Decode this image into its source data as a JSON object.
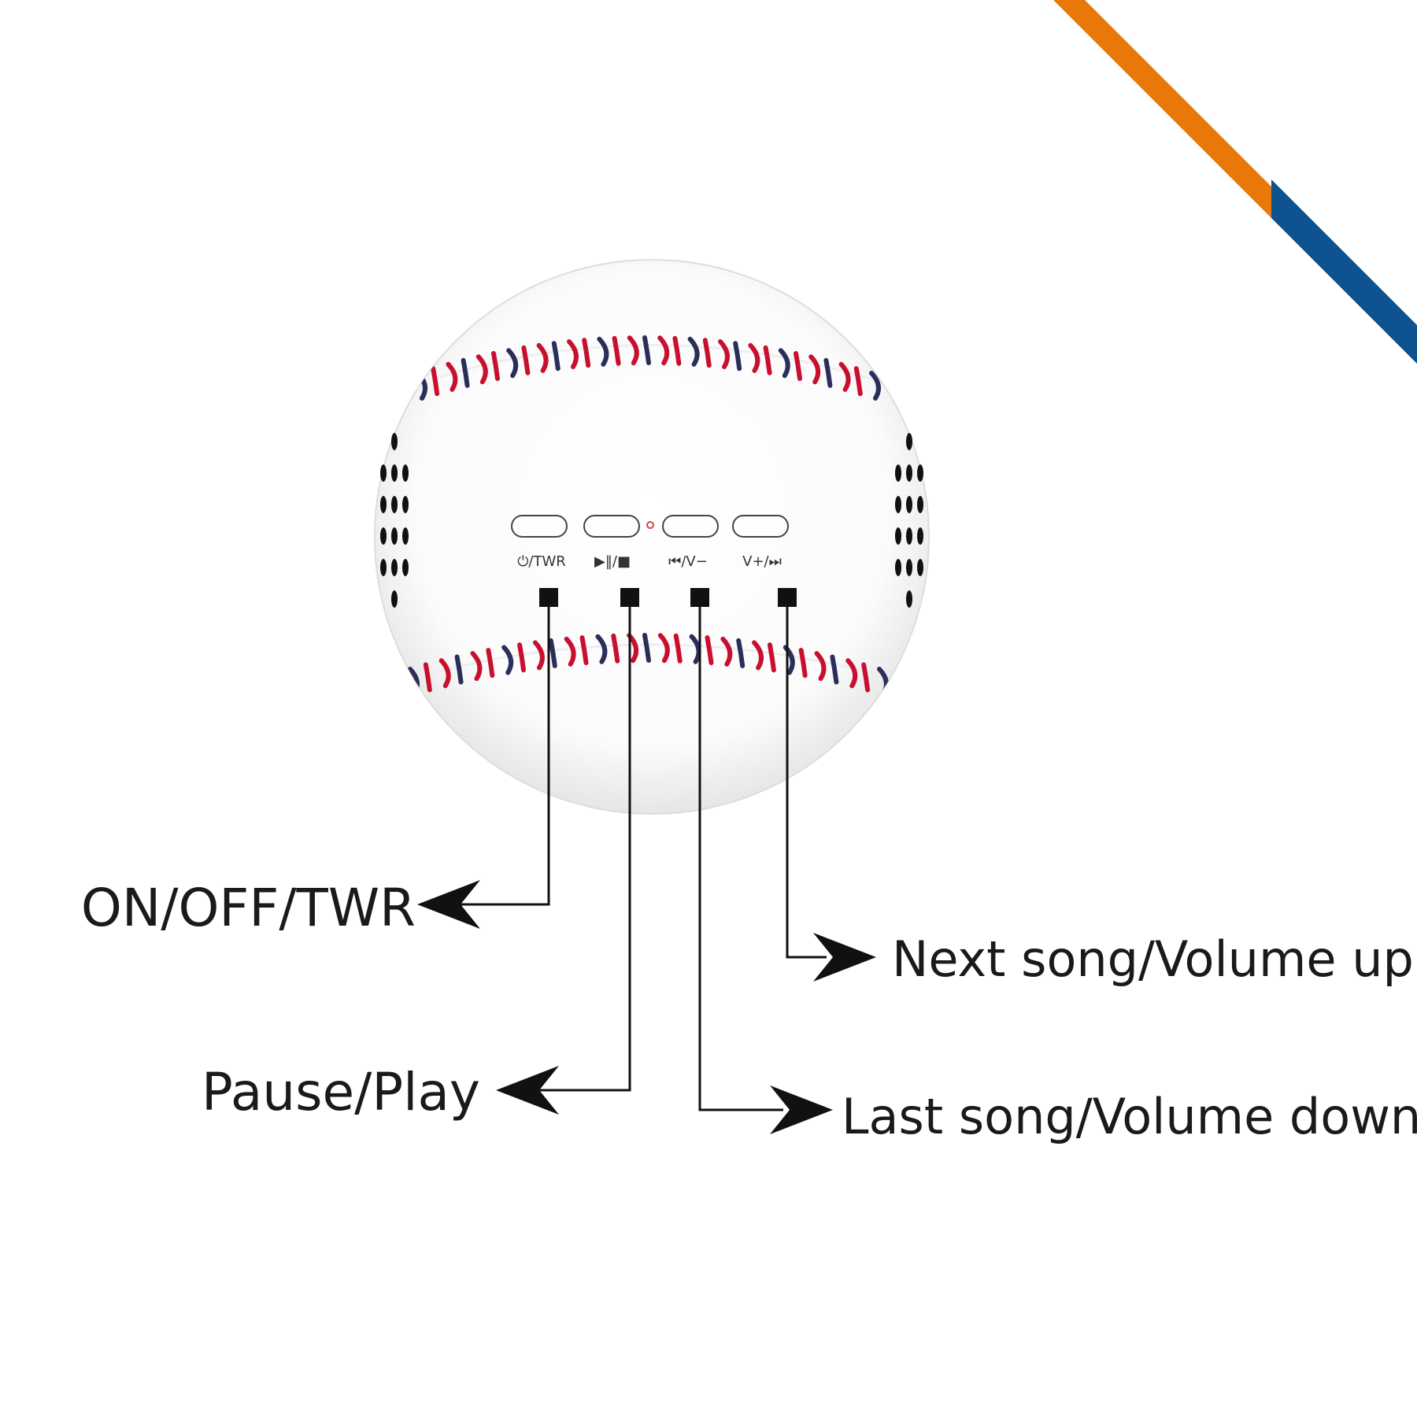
{
  "colors": {
    "background": "#ffffff",
    "ball": "#ffffff",
    "ball_shade": "#e6e6e6",
    "stitch_red": "#c8102e",
    "stitch_navy": "#2b2e5a",
    "leader": "#111111",
    "text": "#1a1a1a",
    "indicator": "#e0403a",
    "accent_orange": "#e8780a",
    "accent_blue": "#0d5390"
  },
  "device": {
    "buttons": [
      {
        "id": "power",
        "legend": "⏻/TWR",
        "icon": "power-icon"
      },
      {
        "id": "play",
        "legend": "▶‖/■",
        "icon": "play-pause-icon"
      },
      {
        "id": "prev",
        "legend": "⏮/V−",
        "icon": "previous-track-icon"
      },
      {
        "id": "next",
        "legend": "V+/⏭",
        "icon": "next-track-icon"
      }
    ],
    "indicator_icon": "led-indicator-icon",
    "grille_icon": "speaker-grille-icon"
  },
  "callouts": {
    "power": "ON/OFF/TWR",
    "play": "Pause/Play",
    "prev": "Last song/Volume down",
    "next": "Next song/Volume up"
  }
}
